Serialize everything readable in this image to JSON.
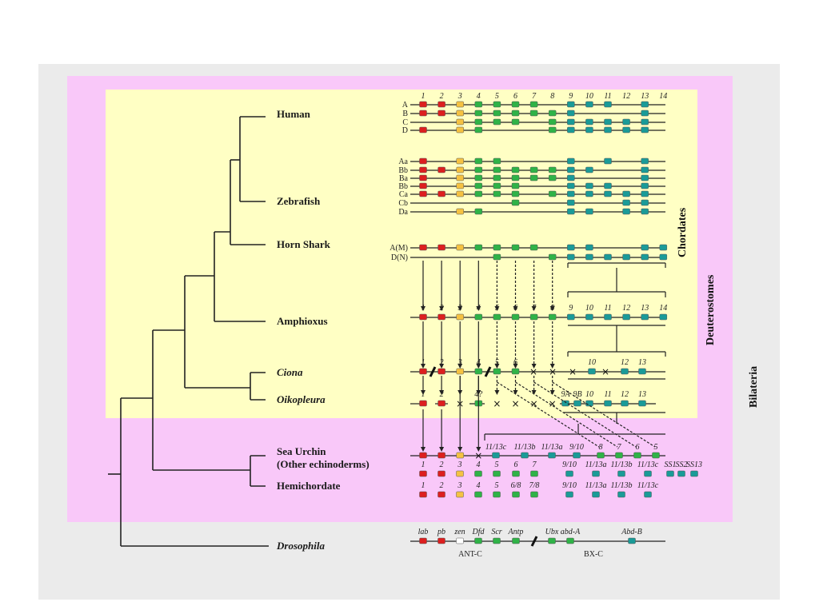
{
  "colors": {
    "outer_background": "#ebebeb",
    "bilateria_panel": "#f9c8f9",
    "chordate_panel": "#ffffc4",
    "red": "#dd1f1f",
    "orange": "#f5c242",
    "green": "#2fb347",
    "teal": "#1a9b98",
    "line": "#222222"
  },
  "clades": {
    "chordates": "Chordates",
    "deuterostomes": "Deuterostomes",
    "bilateria": "Bilateria"
  },
  "taxa": [
    {
      "id": "human",
      "label": "Human",
      "italic": false
    },
    {
      "id": "zebrafish",
      "label": "Zebrafish",
      "italic": false
    },
    {
      "id": "hornshark",
      "label": "Horn Shark",
      "italic": false
    },
    {
      "id": "amphioxus",
      "label": "Amphioxus",
      "italic": false
    },
    {
      "id": "ciona",
      "label": "Ciona",
      "italic": true
    },
    {
      "id": "oikopleura",
      "label": "Oikopleura",
      "italic": true
    },
    {
      "id": "seaurchin",
      "label": "Sea Urchin",
      "italic": false
    },
    {
      "id": "seaurchin2",
      "label": "(Other echinoderms)",
      "italic": false
    },
    {
      "id": "hemichordate",
      "label": "Hemichordate",
      "italic": false
    },
    {
      "id": "drosophila",
      "label": "Drosophila",
      "italic": true
    }
  ],
  "human": {
    "column_numbers": [
      "1",
      "2",
      "3",
      "4",
      "5",
      "6",
      "7",
      "8",
      "9",
      "10",
      "11",
      "12",
      "13",
      "14"
    ],
    "rows": [
      {
        "label": "A",
        "genes": [
          1,
          2,
          3,
          4,
          5,
          6,
          7,
          9,
          10,
          11,
          13
        ]
      },
      {
        "label": "B",
        "genes": [
          1,
          2,
          3,
          4,
          5,
          6,
          7,
          8,
          9,
          13
        ]
      },
      {
        "label": "C",
        "genes": [
          3,
          4,
          5,
          6,
          8,
          9,
          10,
          11,
          12,
          13
        ]
      },
      {
        "label": "D",
        "genes": [
          1,
          3,
          4,
          8,
          9,
          10,
          11,
          12,
          13
        ]
      }
    ]
  },
  "zebrafish": {
    "rows": [
      {
        "label": "Aa",
        "genes": [
          1,
          3,
          4,
          5,
          9,
          11,
          13
        ]
      },
      {
        "label": "Bb",
        "genes": [
          1,
          2,
          3,
          4,
          5,
          6,
          7,
          8,
          9,
          10,
          13
        ]
      },
      {
        "label": "Ba",
        "genes": [
          1,
          3,
          4,
          5,
          6,
          7,
          8,
          9,
          13
        ]
      },
      {
        "label": "Bb",
        "genes": [
          1,
          3,
          4,
          5,
          6,
          9,
          10,
          11,
          13
        ]
      },
      {
        "label": "Ca",
        "genes": [
          1,
          2,
          3,
          4,
          5,
          6,
          8,
          9,
          10,
          11,
          12,
          13
        ]
      },
      {
        "label": "Cb",
        "genes": [
          6,
          9,
          12,
          13
        ]
      },
      {
        "label": "Da",
        "genes": [
          3,
          4,
          9,
          10,
          12,
          13
        ]
      }
    ]
  },
  "hornshark": {
    "rows": [
      {
        "label": "A(M)",
        "genes": [
          1,
          2,
          3,
          4,
          5,
          6,
          7,
          9,
          10,
          13,
          14
        ]
      },
      {
        "label": "D(N)",
        "genes": [
          5,
          8,
          9,
          10,
          11,
          12,
          13,
          14
        ]
      }
    ]
  },
  "amphioxus": {
    "column_numbers": [
      "1",
      "2",
      "3",
      "4",
      "5",
      "6",
      "7",
      "8",
      "9",
      "10",
      "11",
      "12",
      "13",
      "14"
    ]
  },
  "ciona": {
    "labels": [
      "1",
      "2",
      "3",
      "4",
      "5",
      "6",
      "10",
      "12",
      "13"
    ]
  },
  "oikopleura": {
    "labels": [
      "1",
      "2",
      "4?",
      "9A",
      "9B",
      "10",
      "11",
      "12",
      "13"
    ]
  },
  "seaurchin": {
    "top_labels": [
      "11/13c",
      "11/13b",
      "11/13a",
      "9/10",
      "8",
      "7",
      "6",
      "5"
    ],
    "bottom_labels": [
      "1",
      "2",
      "3",
      "4",
      "5",
      "6",
      "7",
      "9/10",
      "11/13a",
      "11/13b",
      "11/13c",
      "SS1",
      "SS2",
      "SS13"
    ]
  },
  "hemichordate": {
    "labels": [
      "1",
      "2",
      "3",
      "4",
      "5",
      "6/8",
      "7/8",
      "9/10",
      "11/13a",
      "11/13b",
      "11/13c"
    ]
  },
  "drosophila": {
    "genes": [
      "lab",
      "pb",
      "zen",
      "Dfd",
      "Scr",
      "Antp",
      "Ubx",
      "abd-A",
      "Abd-B"
    ],
    "complexes": [
      "ANT-C",
      "BX-C"
    ]
  }
}
